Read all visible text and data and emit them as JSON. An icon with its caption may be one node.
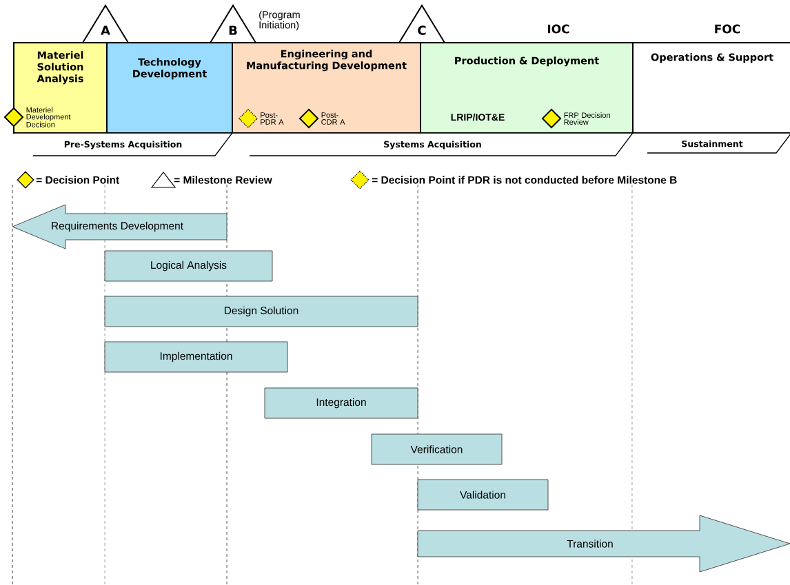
{
  "diagram": {
    "nodes": [
      {
        "text": [
          "A"
        ]
      },
      {
        "text": [
          "B"
        ]
      },
      {
        "text": [
          "C"
        ]
      },
      {
        "text": [
          "Materiel Solution Analysis"
        ]
      },
      {
        "text": [],
        "shape": "diamond",
        "beside": [
          "Materiel Development Decision"
        ]
      },
      {
        "text": [
          "Technology Development"
        ]
      },
      {
        "text": [
          "Engineering and Manufacturing Development"
        ]
      },
      {
        "text": [],
        "shape": "diamond",
        "beside": [
          "Post-PDR A"
        ],
        "in": 6
      },
      {
        "text": [],
        "shape": "diamond",
        "beside": [
          "Post-CDR A"
        ],
        "in": 6
      },
      {
        "text": [
          "Production & Deployment"
        ]
      },
      {
        "text": [],
        "shape": "diamond",
        "beside": [
          "FRP Decision Review"
        ],
        "in": 9
      },
      {
        "text": [
          "Operations & Support"
        ]
      },
      {
        "text": [
          "Pre-Systems Acquisition"
        ]
      },
      {
        "text": [
          "Systems Acquisition"
        ]
      },
      {
        "text": [
          "Sustainment"
        ]
      },
      {
        "text": [
          "Requirements Development"
        ]
      },
      {
        "text": [
          "Logical Analysis"
        ]
      },
      {
        "text": [
          "Design Solution"
        ]
      },
      {
        "text": [
          "Implementation"
        ]
      },
      {
        "text": [
          "Integration"
        ]
      },
      {
        "text": [
          "Verification"
        ]
      },
      {
        "text": [
          "Validation"
        ]
      },
      {
        "text": [
          "Transition"
        ]
      }
    ],
    "labels": [
      "(Program Initiation)",
      "IOC",
      "FOC",
      "LRIP/IOT&E"
    ],
    "legend": [
      {
        "text": "= Decision Point"
      },
      {
        "text": "= Milestone Review"
      },
      {
        "text": "= Decision Point if PDR is not conducted before Milestone B"
      }
    ]
  }
}
